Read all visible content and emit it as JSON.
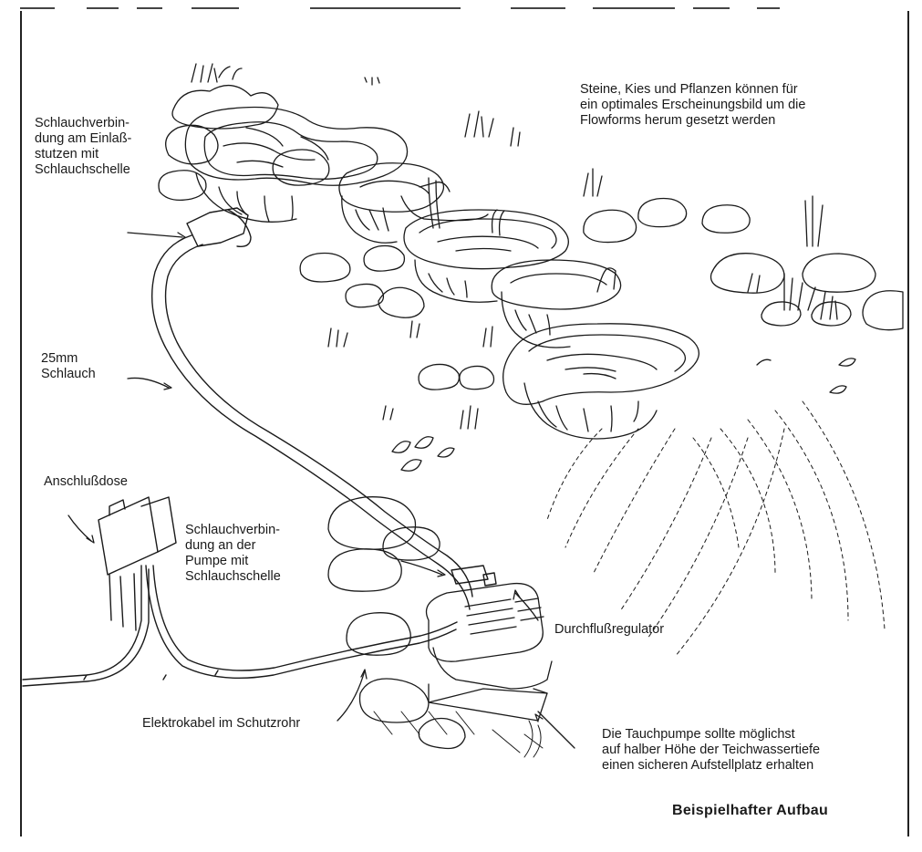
{
  "labels": {
    "hose_inlet": "Schlauchverbin-\ndung am Einlaß-\nstutzen mit\nSchlauchschelle",
    "stones": "Steine, Kies und Pflanzen  können für\nein optimales Erscheinungsbild um die\nFlowforms herum gesetzt werden",
    "hose_size": "25mm\nSchlauch",
    "junction_box": "Anschlußdose",
    "hose_pump": "Schlauchverbin-\ndung an der\nPumpe mit\nSchlauchschelle",
    "flow_regulator": "Durchflußregulator",
    "cable": "Elektrokabel im Schutzrohr",
    "pump_note": "Die Tauchpumpe sollte möglichst\nauf halber Höhe der Teichwassertiefe\neinen sicheren Aufstellplatz erhalten",
    "caption": "Beispielhafter Aufbau"
  }
}
